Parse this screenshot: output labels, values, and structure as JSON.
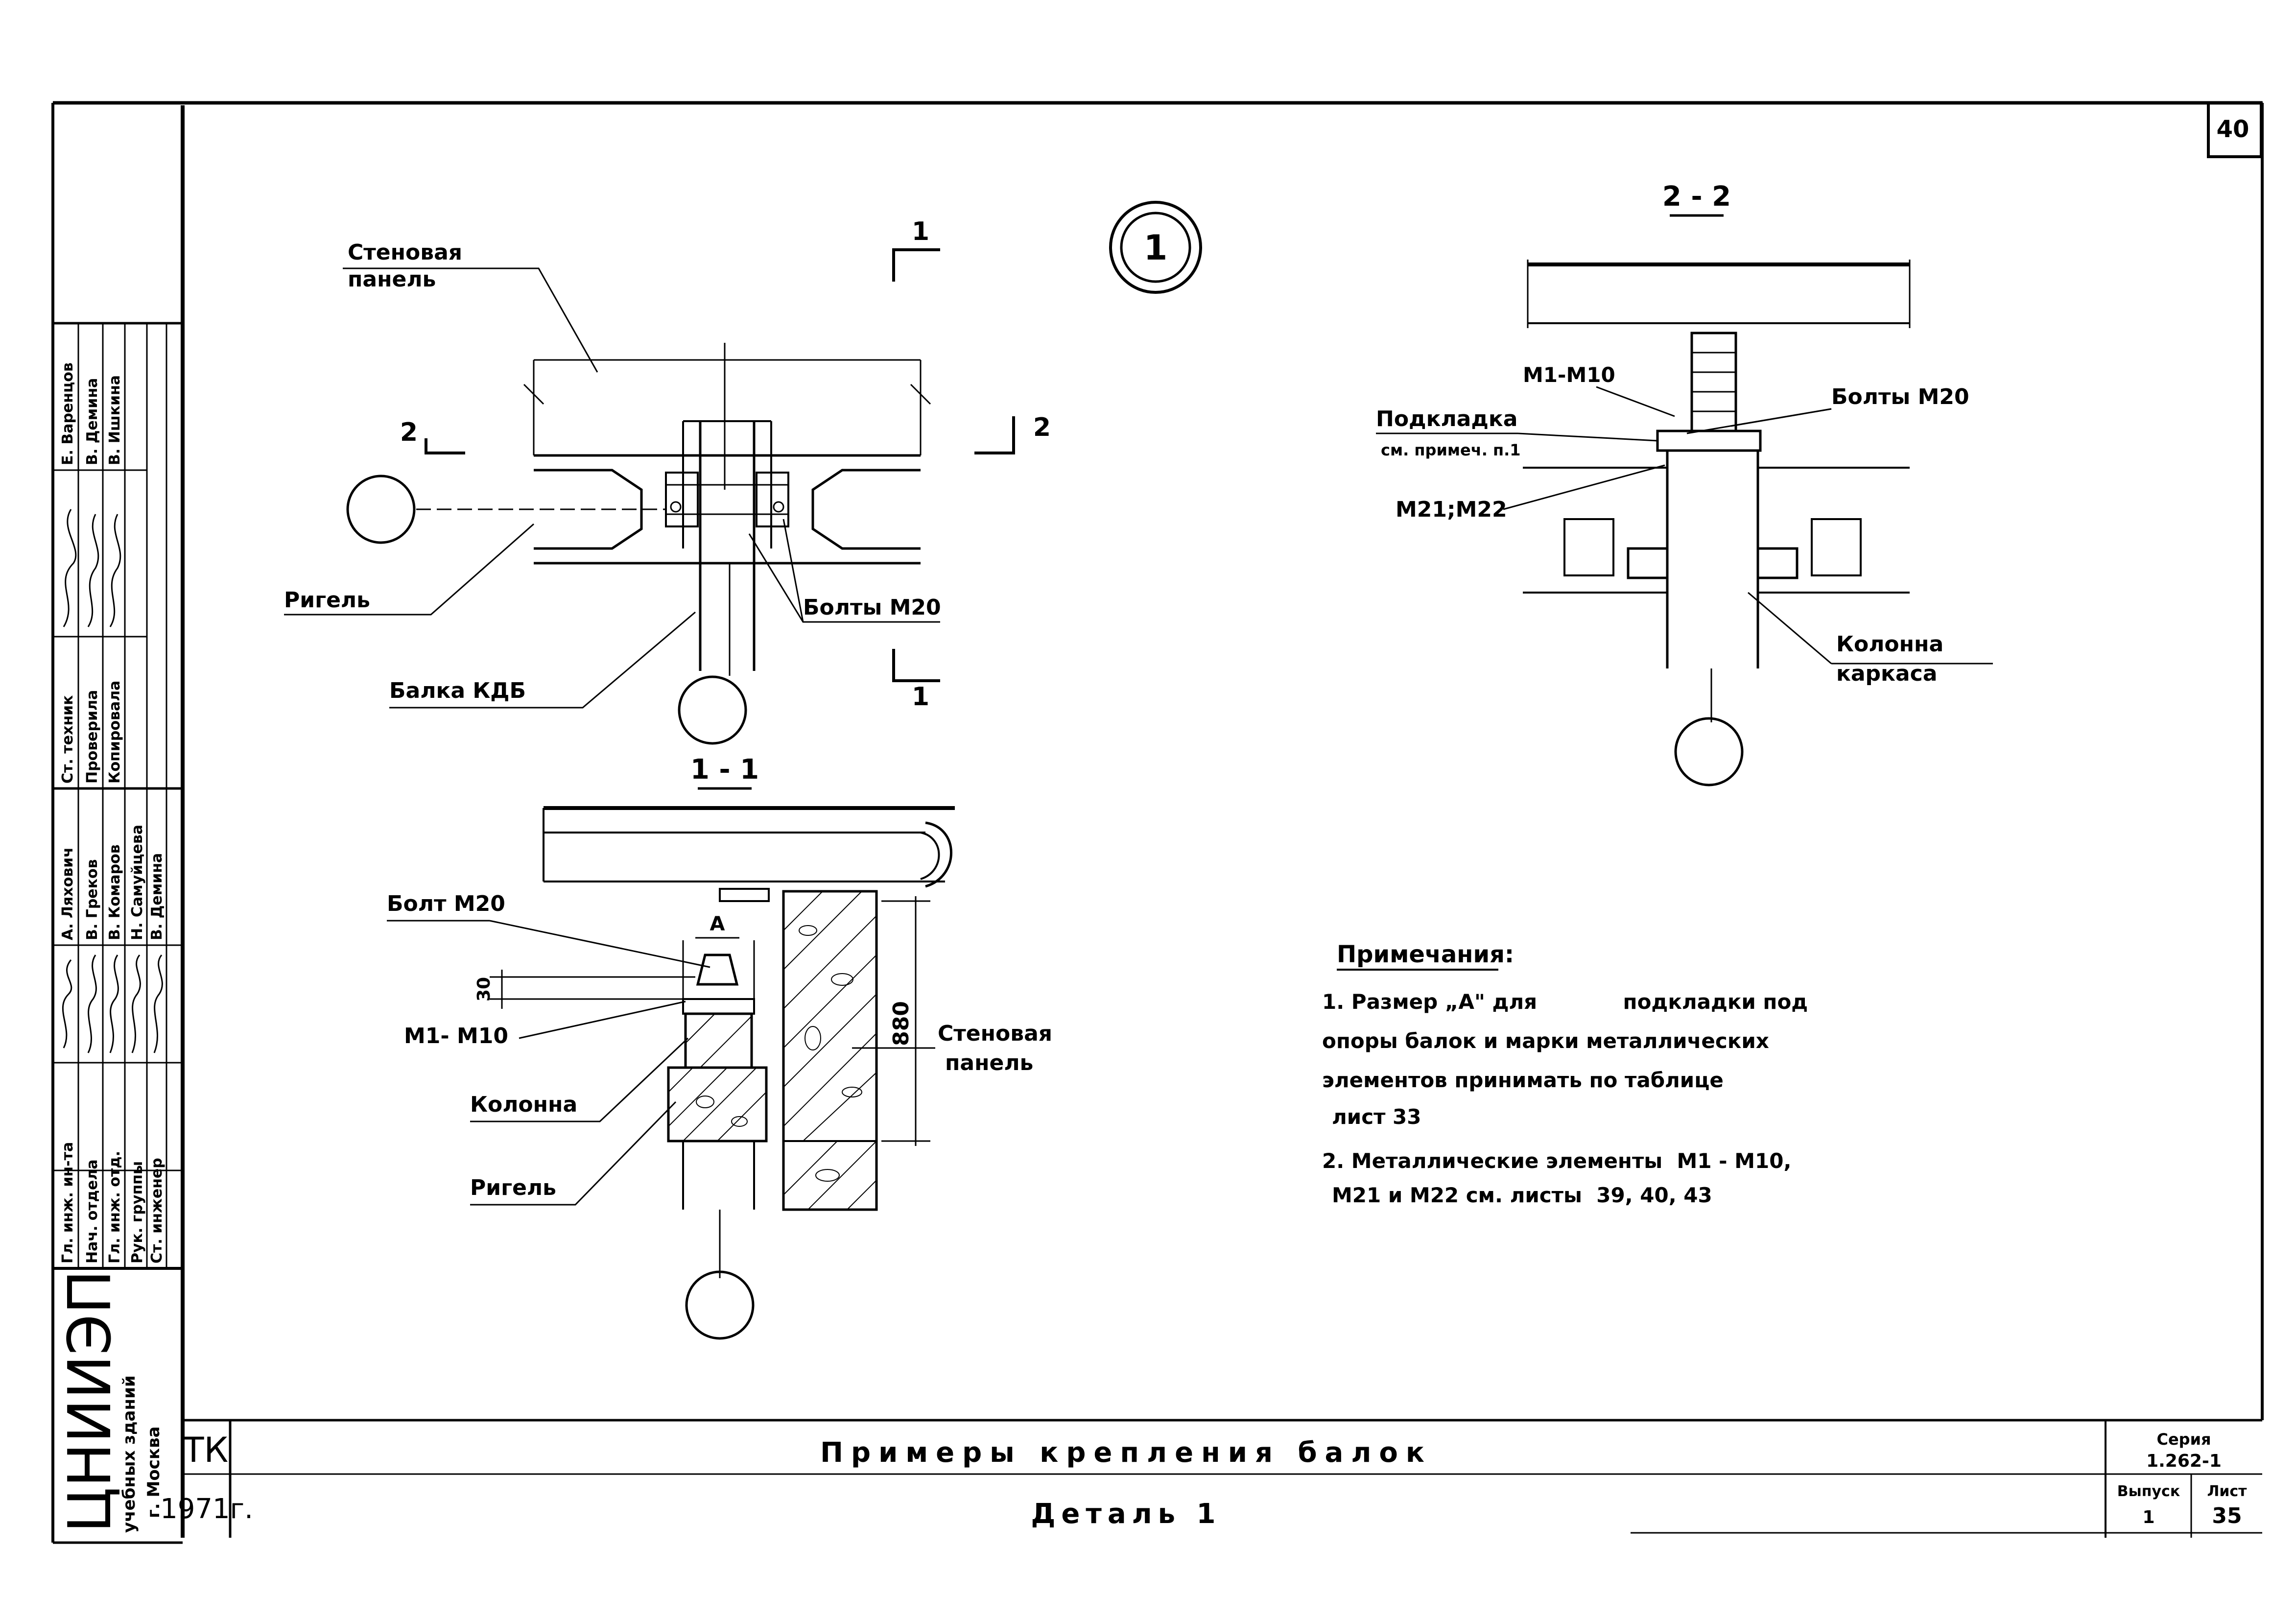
{
  "sheet_number": "40",
  "main_title": "Примеры крепления балок",
  "subtitle": "Деталь 1",
  "series_label": "Серия",
  "series_value": "1.262-1",
  "issue_label": "Выпуск",
  "issue_value": "1",
  "sheet_label": "Лист",
  "sheet_value": "35",
  "tk": "ТК",
  "year": "1971г.",
  "org_name": "ЦНИИЭП",
  "org_line2": "учебных зданий",
  "org_line3": "г. Москва",
  "stamp": {
    "rows": [
      {
        "role": "Гл. инж. ин-та",
        "name": "А. Ляхович"
      },
      {
        "role": "Нач. отдела",
        "name": "В. Греков"
      },
      {
        "role": "Гл. инж. отд.",
        "name": "В. Комаров"
      },
      {
        "role": "Рук. группы",
        "name": "Н. Самуйцева"
      },
      {
        "role": "Ст. инженер",
        "name": "В. Демина"
      }
    ],
    "rows_top": [
      {
        "role": "Ст. техник",
        "name": "Е. Варенцов"
      },
      {
        "role": "Проверила",
        "name": "В. Демина"
      },
      {
        "role": "Копировала",
        "name": "В. Ишкина"
      }
    ]
  },
  "detail_marker": "1",
  "plan": {
    "wall_panel": "Стеновая панель",
    "rigel": "Ригель",
    "beam": "Балка КДБ",
    "bolts": "Болты М20",
    "sec_top": "1",
    "sec_bottom": "1",
    "sec_left": "2",
    "sec_right": "2"
  },
  "section_22": {
    "title": "2 - 2",
    "m1m10": "М1-М10",
    "shim": "Подкладка",
    "shim_note": "см. примеч. п.1",
    "bolts": "Болты М20",
    "m21m22": "М21;М22",
    "column": "Колонна каркаса"
  },
  "section_11": {
    "title": "1 - 1",
    "bolt": "Болт М20",
    "dim_a": "А",
    "dim_30": "30",
    "m1m10": "М1- М10",
    "column": "Колонна",
    "rigel": "Ригель",
    "wall_panel": "Стеновая панель",
    "dim_880": "880"
  },
  "notes": {
    "title": "Примечания:",
    "lines": [
      "1. Размер „А\" для            подкладки под",
      "опоры балок и марки металлических",
      "элементов принимать по таблице",
      "лист 33",
      "2. Металлические элементы  М1 - М10,",
      "М21 и М22 см. листы  39, 40, 43"
    ]
  }
}
